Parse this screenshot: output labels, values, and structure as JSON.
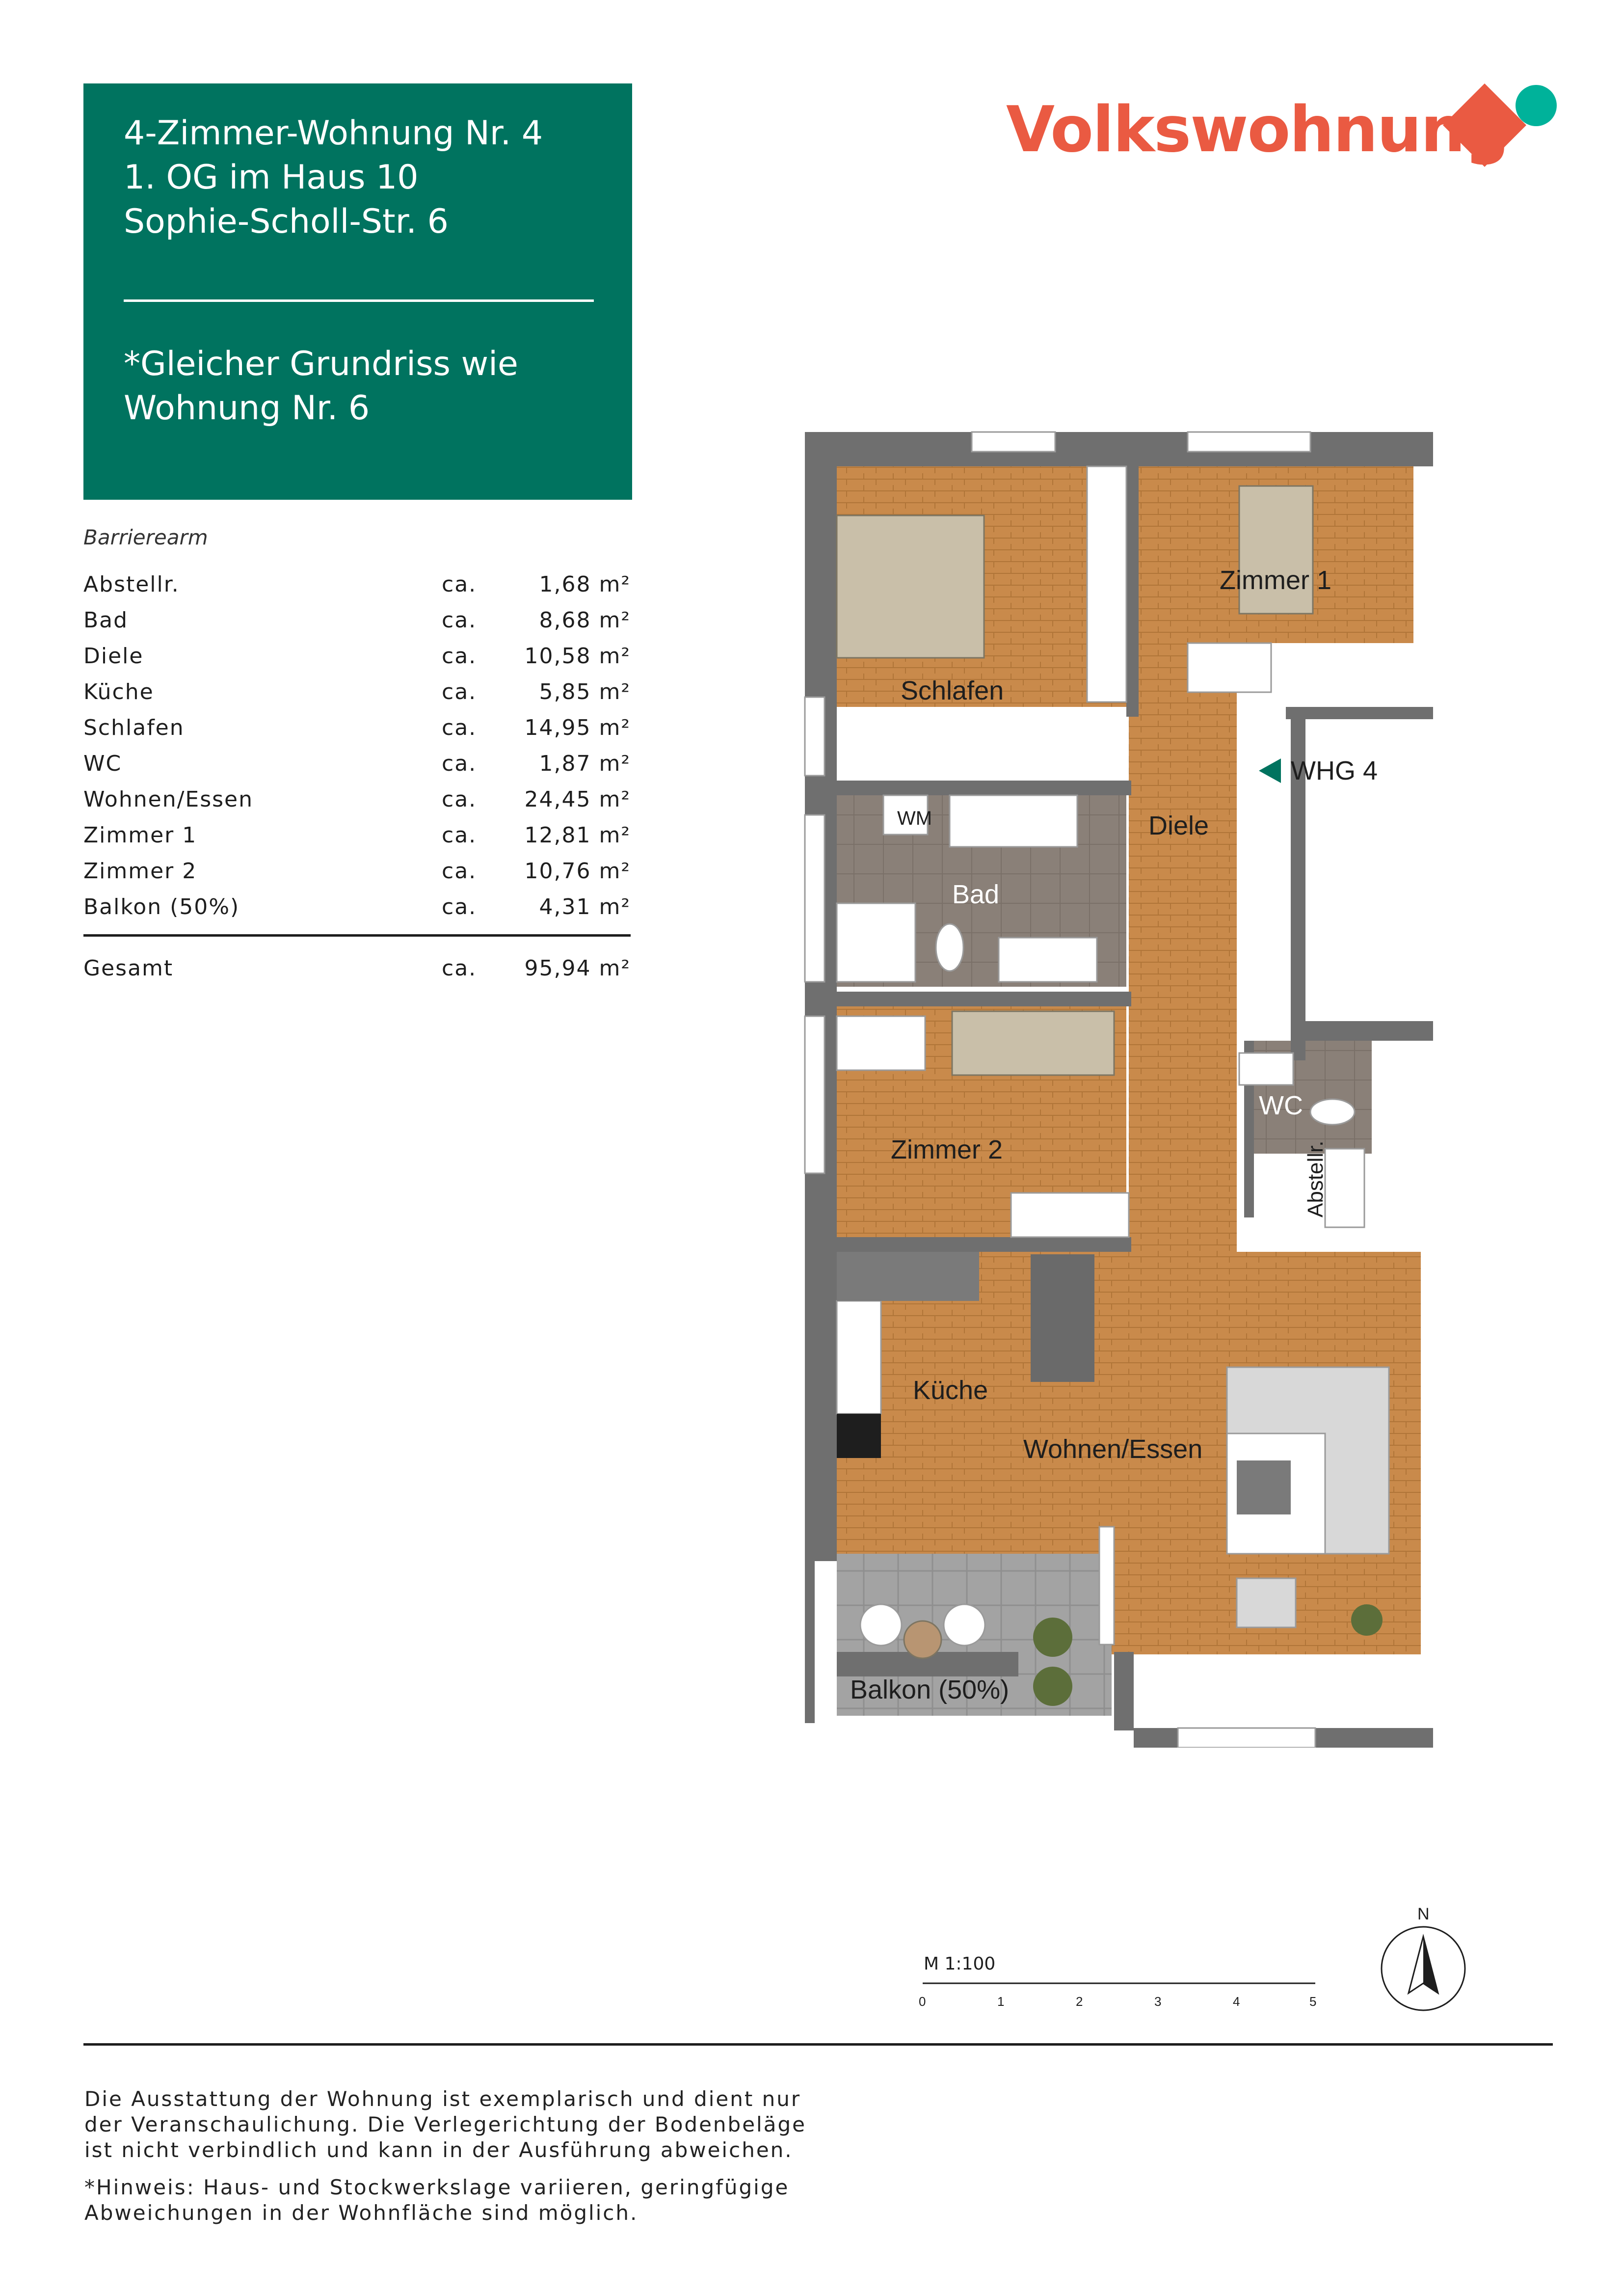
{
  "header": {
    "line1": "4-Zimmer-Wohnung Nr. 4",
    "line2": "1. OG im Haus 10",
    "line3": "Sophie-Scholl-Str. 6",
    "note_line1": "*Gleicher Grundriss wie",
    "note_line2": "Wohnung Nr. 6",
    "background_color": "#00735f"
  },
  "logo": {
    "text": "Volkswohnung",
    "text_color": "#ea5a42",
    "diamond_color": "#ea5a42",
    "dot_color": "#00b29a"
  },
  "badge": "Barrierearm",
  "areas": [
    {
      "name": "Abstellr.",
      "ca": "ca.",
      "value": "1,68 m²"
    },
    {
      "name": "Bad",
      "ca": "ca.",
      "value": "8,68 m²"
    },
    {
      "name": "Diele",
      "ca": "ca.",
      "value": "10,58 m²"
    },
    {
      "name": "Küche",
      "ca": "ca.",
      "value": "5,85 m²"
    },
    {
      "name": "Schlafen",
      "ca": "ca.",
      "value": "14,95 m²"
    },
    {
      "name": "WC",
      "ca": "ca.",
      "value": "1,87 m²"
    },
    {
      "name": "Wohnen/Essen",
      "ca": "ca.",
      "value": "24,45 m²"
    },
    {
      "name": "Zimmer 1",
      "ca": "ca.",
      "value": "12,81 m²"
    },
    {
      "name": "Zimmer 2",
      "ca": "ca.",
      "value": "10,76 m²"
    },
    {
      "name": "Balkon (50%)",
      "ca": "ca.",
      "value": "4,31 m²"
    }
  ],
  "total": {
    "name": "Gesamt",
    "ca": "ca.",
    "value": "95,94 m²"
  },
  "plan": {
    "rooms": {
      "schlafen": "Schlafen",
      "zimmer1": "Zimmer 1",
      "diele": "Diele",
      "bad": "Bad",
      "wm": "WM",
      "zimmer2": "Zimmer 2",
      "wc": "WC",
      "abstellr": "Abstellr.",
      "kueche": "Küche",
      "wohnen": "Wohnen/Essen",
      "balkon": "Balkon (50%)"
    },
    "entrance": "WHG 4",
    "colors": {
      "wood": "#c98a4b",
      "tile": "#8a8078",
      "wall": "#6f6f6f",
      "balcony": "#9a9a9a",
      "furniture": "#c9bfa9"
    }
  },
  "scale": {
    "label": "M 1:100",
    "ticks": [
      "0",
      "1",
      "2",
      "3",
      "4",
      "5"
    ]
  },
  "north": "N",
  "footer": {
    "p1_line1": "Die Ausstattung der Wohnung ist exemplarisch und dient nur",
    "p1_line2": "der Veranschaulichung. Die Verlegerichtung der Bodenbeläge",
    "p1_line3": "ist nicht verbindlich und kann in der Ausführung abweichen.",
    "p2_line1": "*Hinweis: Haus- und Stockwerkslage variieren, geringfügige",
    "p2_line2": "Abweichungen in der Wohnfläche sind möglich."
  }
}
